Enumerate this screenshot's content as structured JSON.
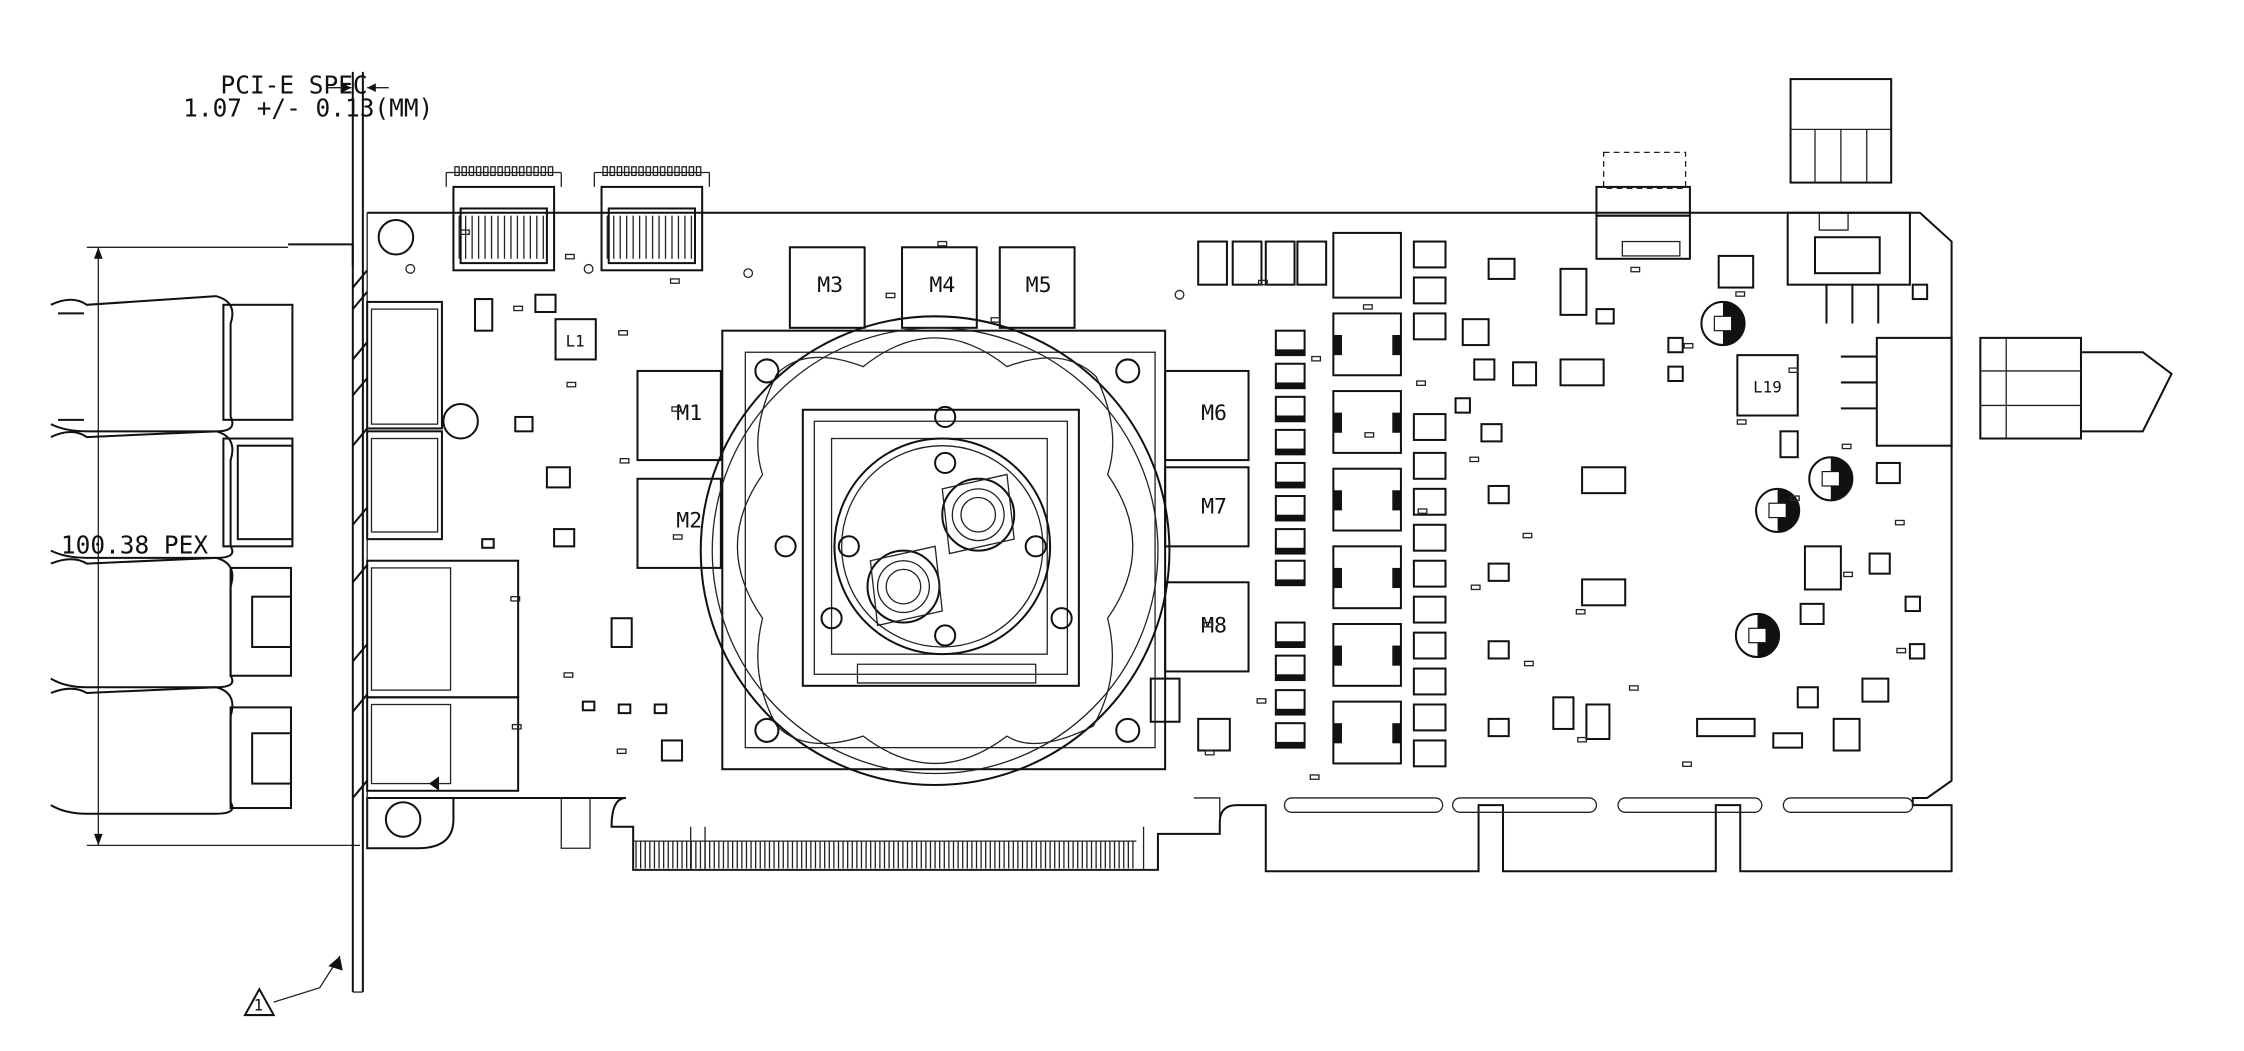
{
  "annotations": {
    "spec_line1": "PCI-E SPEC",
    "spec_line2": "1.07 +/- 0.13(MM)",
    "dimension": "100.38 PEX",
    "callout": "1"
  },
  "components": {
    "memory": [
      "M1",
      "M2",
      "M3",
      "M4",
      "M5",
      "M6",
      "M7",
      "M8"
    ],
    "inductors": [
      "L1",
      "L19"
    ]
  }
}
